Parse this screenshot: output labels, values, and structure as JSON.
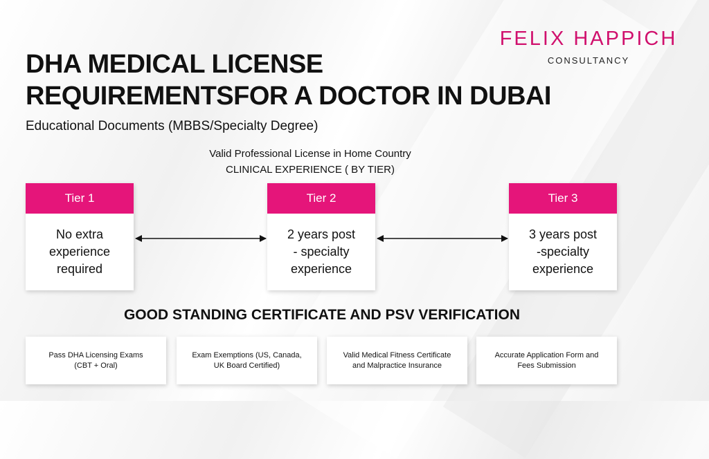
{
  "logo": {
    "name": "FELIX HAPPICH",
    "tagline": "CONSULTANCY"
  },
  "title": {
    "line1": "DHA MEDICAL LICENSE",
    "line2": "REQUIREMENTSFOR A DOCTOR IN DUBAI"
  },
  "subtitle": "Educational Documents (MBBS/Specialty Degree)",
  "license_line": "Valid Professional License in Home Country",
  "experience_heading": "CLINICAL EXPERIENCE ( BY TIER)",
  "tiers": [
    {
      "label": "Tier 1",
      "text": "No extra\nexperience\nrequired"
    },
    {
      "label": "Tier 2",
      "text": "2 years post\n-  specialty\nexperience"
    },
    {
      "label": "Tier 3",
      "text": "3 years post\n-specialty\nexperience"
    }
  ],
  "section_heading": "GOOD STANDING CERTIFICATE AND PSV VERIFICATION",
  "requirements": [
    "Pass DHA Licensing Exams\n(CBT + Oral)",
    "Exam Exemptions (US, Canada,\nUK Board Certified)",
    "Valid Medical Fitness Certificate\nand Malpractice Insurance",
    "Accurate Application Form and\nFees Submission"
  ],
  "colors": {
    "accent": "#e5157a",
    "logo": "#d0106d",
    "text": "#111111"
  }
}
